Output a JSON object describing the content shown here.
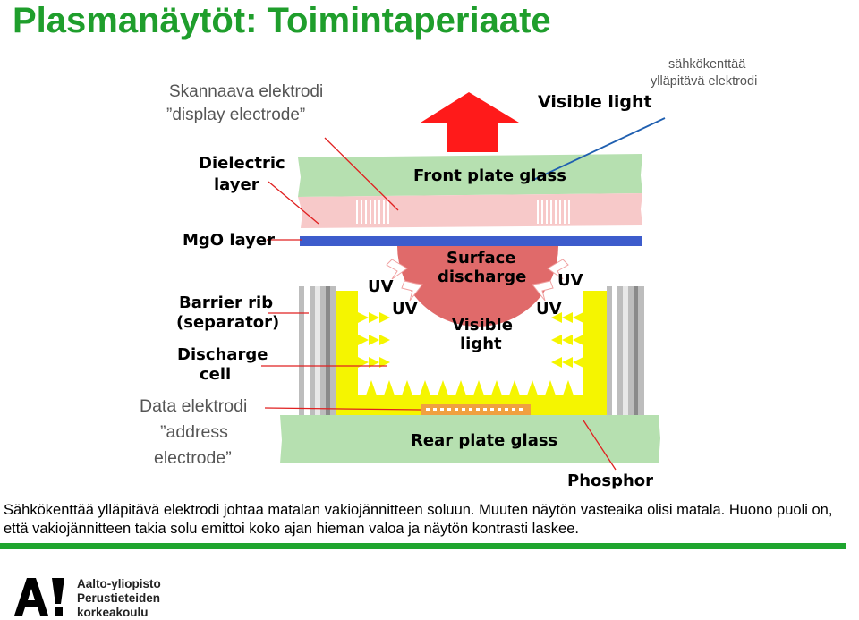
{
  "title": "Plasmanäytöt: Toimintaperiaate",
  "labels": {
    "scan_electrode_fi": "Skannaava elektrodi",
    "scan_electrode_en": "”display electrode”",
    "sustain_electrode_line1": "sähkökenttää",
    "sustain_electrode_line2": "ylläpitävä elektrodi",
    "data_electrode_fi": "Data elektrodi",
    "data_electrode_en1": "”address",
    "data_electrode_en2": "electrode”",
    "visible_light_top": "Visible light",
    "dielectric_1": "Dielectric",
    "dielectric_2": "layer",
    "front_glass": "Front plate glass",
    "mgo": "MgO layer",
    "surface_1": "Surface",
    "surface_2": "discharge",
    "uv": "UV",
    "visible_1": "Visible",
    "visible_2": "light",
    "barrier_1": "Barrier rib",
    "barrier_2": "(separator)",
    "discharge_1": "Discharge",
    "discharge_2": "cell",
    "rear_glass": "Rear plate glass",
    "phosphor": "Phosphor"
  },
  "caption": "Sähkökenttää ylläpitävä elektrodi johtaa matalan vakiojännitteen soluun. Muuten näytön vasteaika olisi matala. Huono puoli on, että vakiojännitteen takia solu emittoi koko ajan hieman valoa ja näytön kontrasti laskee.",
  "logo": {
    "mark": "A!",
    "line1": "Aalto-yliopisto",
    "line2": "Perustieteiden",
    "line3": "korkeakoulu"
  },
  "colors": {
    "title": "#1f9e2c",
    "glass": "#b6e0b0",
    "dielectric": "#f7c9c9",
    "mgo": "#3d5ccc",
    "discharge": "#e06a6a",
    "phosphor": "#f5f500",
    "arrow_red": "#ff1a1a",
    "pointer_red": "#e02020",
    "pointer_blue": "#1f5fb0"
  }
}
